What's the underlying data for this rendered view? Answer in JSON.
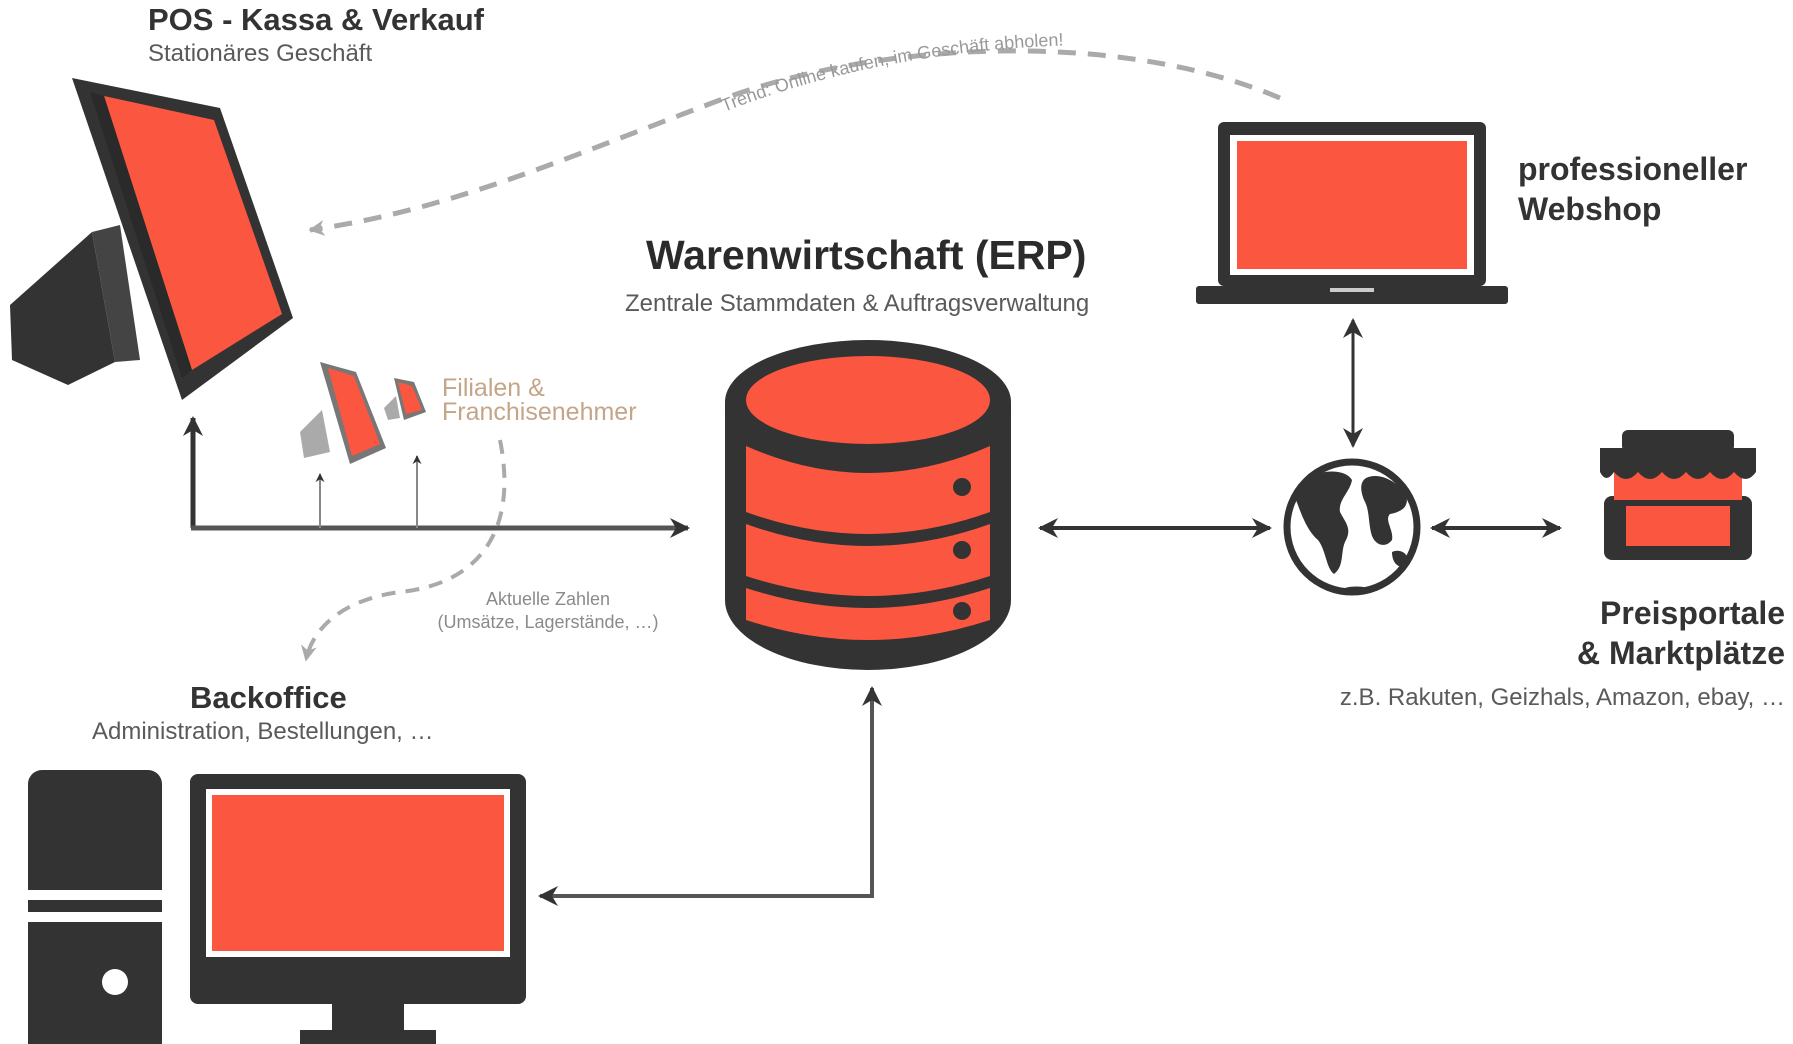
{
  "colors": {
    "accent": "#fb5640",
    "dark": "#333333",
    "mid": "#777777",
    "light": "#bbbbbb",
    "branch_text": "#c4a587"
  },
  "nodes": {
    "pos": {
      "title": "POS - Kassa & Verkauf",
      "subtitle": "Stationäres Geschäft",
      "icon": "pos-terminal-icon"
    },
    "filialen": {
      "label_line1": "Filialen &",
      "label_line2": "Franchisenehmer",
      "icon": "small-pos-terminals-icon"
    },
    "erp": {
      "title": "Warenwirtschaft (ERP)",
      "subtitle": "Zentrale Stammdaten & Auftragsverwaltung",
      "icon": "database-icon"
    },
    "webshop": {
      "title_line1": "professioneller",
      "title_line2": "Webshop",
      "icon": "laptop-icon"
    },
    "internet": {
      "icon": "globe-icon"
    },
    "marktplaetze": {
      "title_line1": "Preisportale",
      "title_line2": "& Marktplätze",
      "subtitle": "z.B. Rakuten, Geizhals, Amazon, ebay, …",
      "icon": "storefront-icon"
    },
    "backoffice": {
      "title": "Backoffice",
      "subtitle": "Administration, Bestellungen, …",
      "icon": "desktop-computer-icon"
    }
  },
  "annotations": {
    "trend": "Trend: Online kaufen, im Geschäft abholen!",
    "aktuelle_zahlen_line1": "Aktuelle Zahlen",
    "aktuelle_zahlen_line2": "(Umsätze, Lagerstände, …)"
  }
}
